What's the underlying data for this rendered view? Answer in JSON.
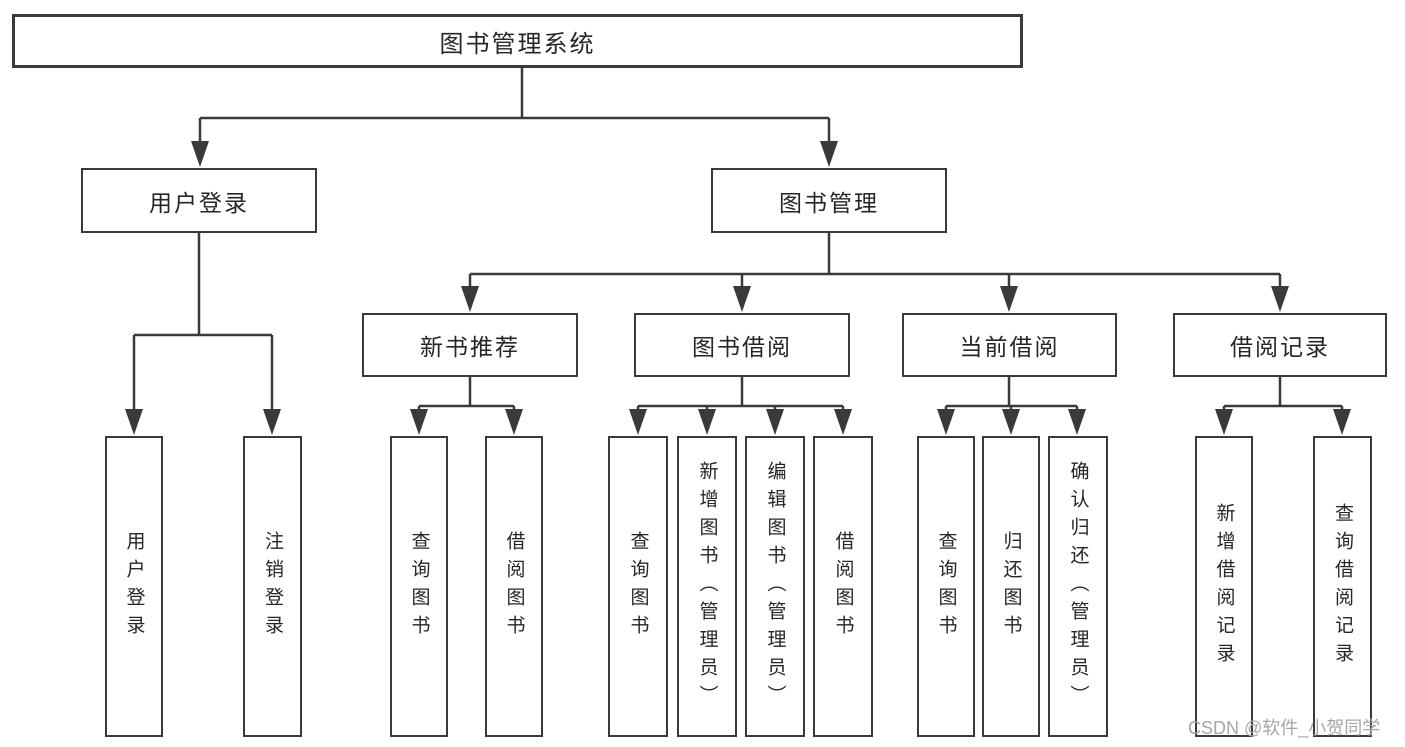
{
  "diagram": {
    "root_label": "图书管理系统",
    "level2": {
      "user_login": "用户登录",
      "book_management": "图书管理"
    },
    "level3": {
      "new_book_rec": "新书推荐",
      "book_borrow": "图书借阅",
      "current_borrow": "当前借阅",
      "borrow_records": "借阅记录"
    },
    "leaves": {
      "user_login_children": [
        "用户登录",
        "注销登录"
      ],
      "new_book_rec_children": [
        "查询图书",
        "借阅图书"
      ],
      "book_borrow_children": [
        "查询图书",
        "新增图书（管理员）",
        "编辑图书（管理员）",
        "借阅图书"
      ],
      "current_borrow_children": [
        "查询图书",
        "归还图书",
        "确认归还（管理员）"
      ],
      "borrow_records_children": [
        "新增借阅记录",
        "查询借阅记录"
      ]
    }
  },
  "watermark": "CSDN @软件_小贺同学",
  "colors": {
    "line": "#3a3a3a",
    "text": "#262626",
    "watermark": "#a6a6a6",
    "background": "#ffffff"
  }
}
